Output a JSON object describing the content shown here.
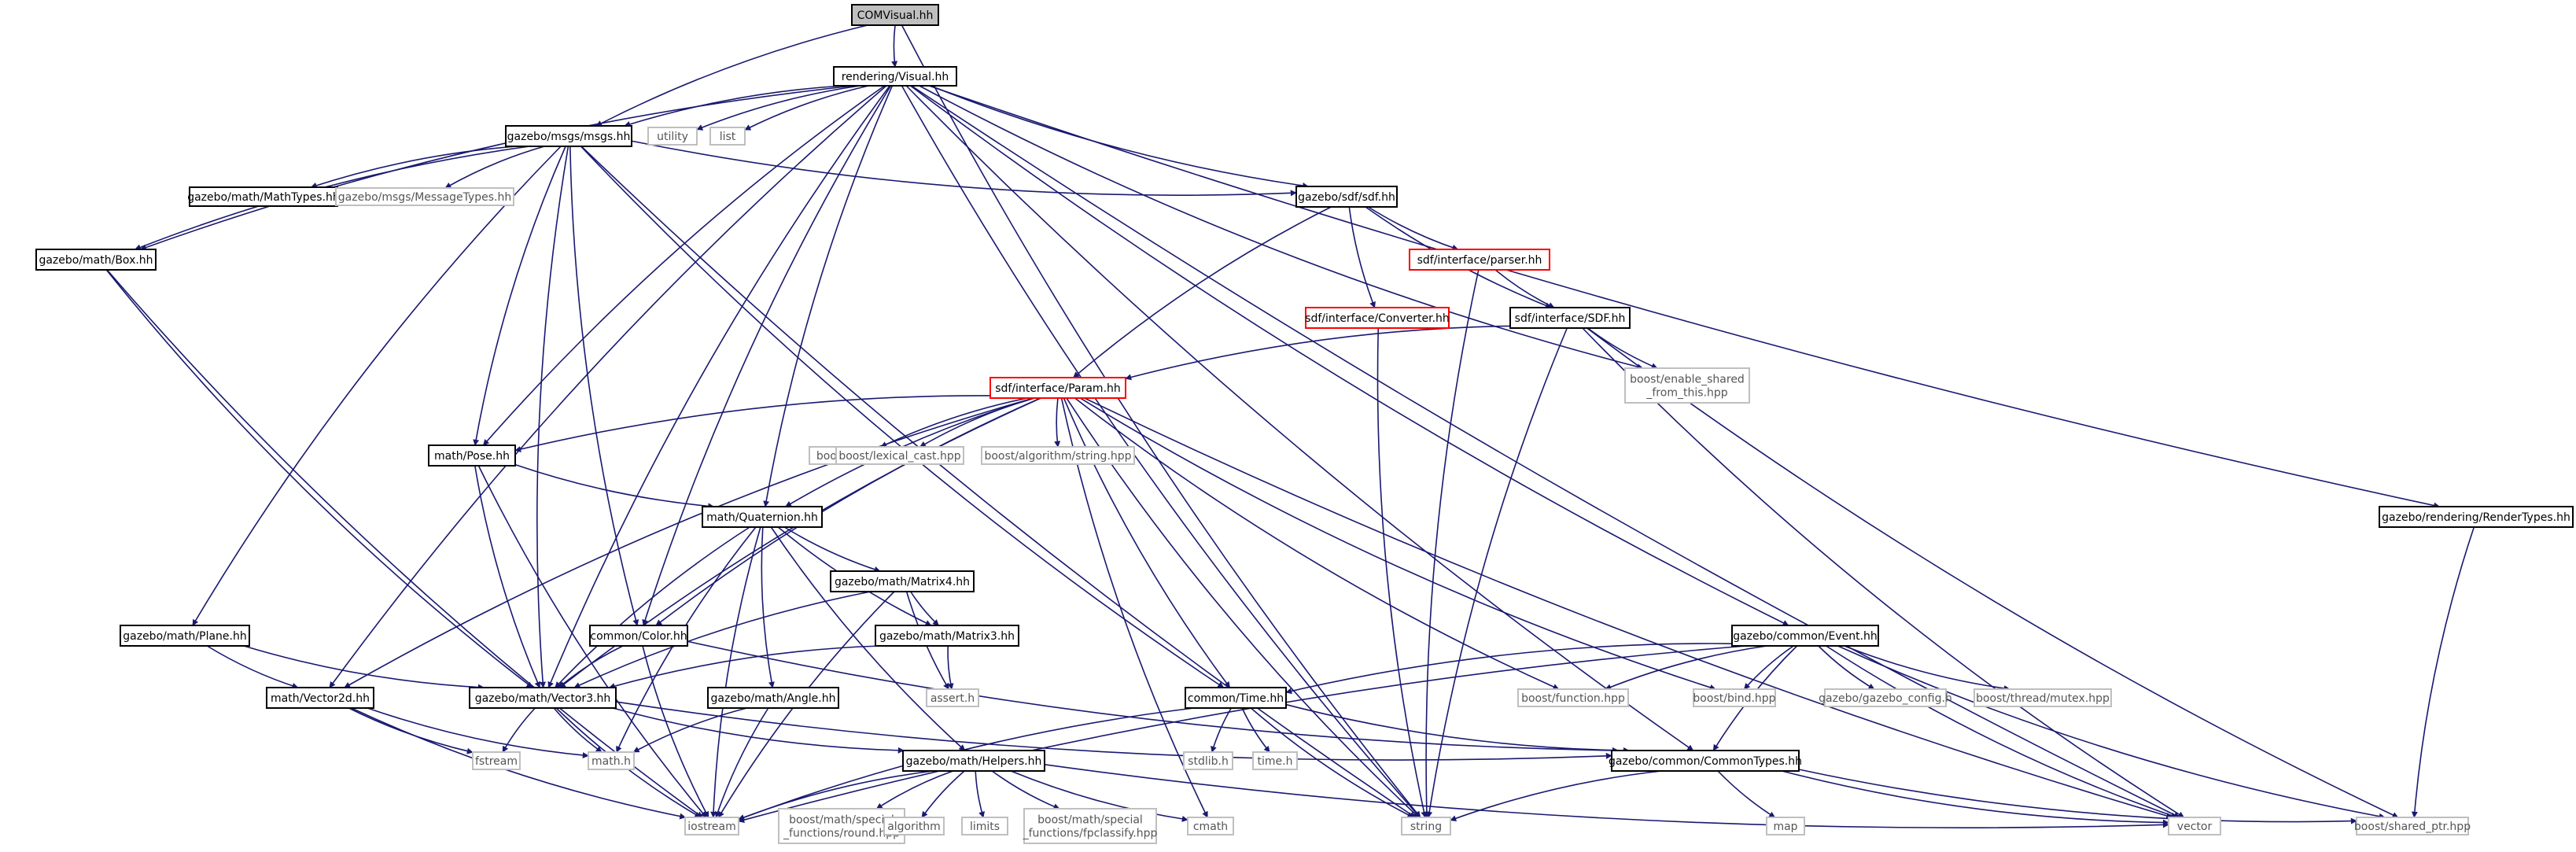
{
  "nodes": {
    "COMVisual": {
      "label": [
        "COMVisual.hh"
      ],
      "kind": "root"
    },
    "Visual": {
      "label": [
        "rendering/Visual.hh"
      ],
      "kind": "normal"
    },
    "msgs": {
      "label": [
        "gazebo/msgs/msgs.hh"
      ],
      "kind": "normal"
    },
    "utility": {
      "label": [
        "utility"
      ],
      "kind": "system"
    },
    "list": {
      "label": [
        "list"
      ],
      "kind": "system"
    },
    "sdfhh": {
      "label": [
        "gazebo/sdf/sdf.hh"
      ],
      "kind": "normal"
    },
    "MathTypes": {
      "label": [
        "gazebo/math/MathTypes.hh"
      ],
      "kind": "normal"
    },
    "MessageTypes": {
      "label": [
        "gazebo/msgs/MessageTypes.hh"
      ],
      "kind": "system"
    },
    "Box": {
      "label": [
        "gazebo/math/Box.hh"
      ],
      "kind": "normal"
    },
    "parser": {
      "label": [
        "sdf/interface/parser.hh"
      ],
      "kind": "incomplete"
    },
    "SDF": {
      "label": [
        "sdf/interface/SDF.hh"
      ],
      "kind": "normal"
    },
    "Converter": {
      "label": [
        "sdf/interface/Converter.hh"
      ],
      "kind": "incomplete"
    },
    "enable_shared": {
      "label": [
        "boost/enable_shared",
        "_from_this.hpp"
      ],
      "kind": "system"
    },
    "Param": {
      "label": [
        "sdf/interface/Param.hh"
      ],
      "kind": "incomplete"
    },
    "Pose": {
      "label": [
        "math/Pose.hh"
      ],
      "kind": "normal"
    },
    "any": {
      "label": [
        "boost/any.hpp"
      ],
      "kind": "system"
    },
    "lexical": {
      "label": [
        "boost/lexical_cast.hpp"
      ],
      "kind": "system"
    },
    "algostring": {
      "label": [
        "boost/algorithm/string.hpp"
      ],
      "kind": "system"
    },
    "RenderTypes": {
      "label": [
        "gazebo/rendering/RenderTypes.hh"
      ],
      "kind": "normal"
    },
    "Quaternion": {
      "label": [
        "math/Quaternion.hh"
      ],
      "kind": "normal"
    },
    "Matrix4": {
      "label": [
        "gazebo/math/Matrix4.hh"
      ],
      "kind": "normal"
    },
    "Plane": {
      "label": [
        "gazebo/math/Plane.hh"
      ],
      "kind": "normal"
    },
    "Color": {
      "label": [
        "common/Color.hh"
      ],
      "kind": "normal"
    },
    "Matrix3": {
      "label": [
        "gazebo/math/Matrix3.hh"
      ],
      "kind": "normal"
    },
    "Event": {
      "label": [
        "gazebo/common/Event.hh"
      ],
      "kind": "normal"
    },
    "Vector2d": {
      "label": [
        "math/Vector2d.hh"
      ],
      "kind": "normal"
    },
    "Vector3": {
      "label": [
        "gazebo/math/Vector3.hh"
      ],
      "kind": "normal"
    },
    "Angle": {
      "label": [
        "gazebo/math/Angle.hh"
      ],
      "kind": "normal"
    },
    "assert": {
      "label": [
        "assert.h"
      ],
      "kind": "system"
    },
    "Time": {
      "label": [
        "common/Time.hh"
      ],
      "kind": "normal"
    },
    "function": {
      "label": [
        "boost/function.hpp"
      ],
      "kind": "system"
    },
    "bind": {
      "label": [
        "boost/bind.hpp"
      ],
      "kind": "system"
    },
    "gazebo_config": {
      "label": [
        "gazebo/gazebo_config.h"
      ],
      "kind": "system"
    },
    "mutex": {
      "label": [
        "boost/thread/mutex.hpp"
      ],
      "kind": "system"
    },
    "Helpers": {
      "label": [
        "gazebo/math/Helpers.hh"
      ],
      "kind": "normal"
    },
    "fstream": {
      "label": [
        "fstream"
      ],
      "kind": "system"
    },
    "mathh": {
      "label": [
        "math.h"
      ],
      "kind": "system"
    },
    "stdlib": {
      "label": [
        "stdlib.h"
      ],
      "kind": "system"
    },
    "timeh": {
      "label": [
        "time.h"
      ],
      "kind": "system"
    },
    "CommonTypes": {
      "label": [
        "gazebo/common/CommonTypes.hh"
      ],
      "kind": "normal"
    },
    "iostream": {
      "label": [
        "iostream"
      ],
      "kind": "system"
    },
    "round": {
      "label": [
        "boost/math/special",
        "_functions/round.hpp"
      ],
      "kind": "system"
    },
    "algorithm": {
      "label": [
        "algorithm"
      ],
      "kind": "system"
    },
    "limits": {
      "label": [
        "limits"
      ],
      "kind": "system"
    },
    "fpclassify": {
      "label": [
        "boost/math/special",
        "_functions/fpclassify.hpp"
      ],
      "kind": "system"
    },
    "cmath": {
      "label": [
        "cmath"
      ],
      "kind": "system"
    },
    "string": {
      "label": [
        "string"
      ],
      "kind": "system"
    },
    "map": {
      "label": [
        "map"
      ],
      "kind": "system"
    },
    "vector": {
      "label": [
        "vector"
      ],
      "kind": "system"
    },
    "shared_ptr": {
      "label": [
        "boost/shared_ptr.hpp"
      ],
      "kind": "system"
    }
  },
  "edges": [
    [
      "COMVisual",
      "Visual"
    ],
    [
      "COMVisual",
      "msgs"
    ],
    [
      "COMVisual",
      "string"
    ],
    [
      "Visual",
      "msgs"
    ],
    [
      "Visual",
      "utility"
    ],
    [
      "Visual",
      "list"
    ],
    [
      "Visual",
      "sdfhh"
    ],
    [
      "Visual",
      "Box"
    ],
    [
      "Visual",
      "Pose"
    ],
    [
      "Visual",
      "Quaternion"
    ],
    [
      "Visual",
      "Vector3"
    ],
    [
      "Visual",
      "Vector2d"
    ],
    [
      "Visual",
      "Color"
    ],
    [
      "Visual",
      "Event"
    ],
    [
      "Visual",
      "enable_shared"
    ],
    [
      "Visual",
      "RenderTypes"
    ],
    [
      "Visual",
      "CommonTypes"
    ],
    [
      "Visual",
      "vector"
    ],
    [
      "Visual",
      "string"
    ],
    [
      "msgs",
      "MathTypes"
    ],
    [
      "msgs",
      "MessageTypes"
    ],
    [
      "msgs",
      "sdfhh"
    ],
    [
      "msgs",
      "Box"
    ],
    [
      "msgs",
      "Plane"
    ],
    [
      "msgs",
      "Pose"
    ],
    [
      "msgs",
      "Vector3"
    ],
    [
      "msgs",
      "Color"
    ],
    [
      "msgs",
      "Time"
    ],
    [
      "msgs",
      "string"
    ],
    [
      "sdfhh",
      "parser"
    ],
    [
      "sdfhh",
      "SDF"
    ],
    [
      "sdfhh",
      "Converter"
    ],
    [
      "sdfhh",
      "Param"
    ],
    [
      "parser",
      "SDF"
    ],
    [
      "parser",
      "string"
    ],
    [
      "Converter",
      "string"
    ],
    [
      "SDF",
      "Param"
    ],
    [
      "SDF",
      "enable_shared"
    ],
    [
      "SDF",
      "string"
    ],
    [
      "SDF",
      "vector"
    ],
    [
      "SDF",
      "shared_ptr"
    ],
    [
      "Box",
      "Vector3"
    ],
    [
      "Box",
      "iostream"
    ],
    [
      "Param",
      "Pose"
    ],
    [
      "Param",
      "any"
    ],
    [
      "Param",
      "lexical"
    ],
    [
      "Param",
      "algostring"
    ],
    [
      "Param",
      "Quaternion"
    ],
    [
      "Param",
      "Vector3"
    ],
    [
      "Param",
      "Vector2d"
    ],
    [
      "Param",
      "Color"
    ],
    [
      "Param",
      "Time"
    ],
    [
      "Param",
      "function"
    ],
    [
      "Param",
      "bind"
    ],
    [
      "Param",
      "vector"
    ],
    [
      "Param",
      "string"
    ],
    [
      "Param",
      "cmath"
    ],
    [
      "Pose",
      "Quaternion"
    ],
    [
      "Pose",
      "Vector3"
    ],
    [
      "Pose",
      "iostream"
    ],
    [
      "Quaternion",
      "Matrix4"
    ],
    [
      "Quaternion",
      "Matrix3"
    ],
    [
      "Quaternion",
      "Vector3"
    ],
    [
      "Quaternion",
      "Angle"
    ],
    [
      "Quaternion",
      "Helpers"
    ],
    [
      "Quaternion",
      "mathh"
    ],
    [
      "Quaternion",
      "iostream"
    ],
    [
      "Matrix4",
      "Matrix3"
    ],
    [
      "Matrix4",
      "Vector3"
    ],
    [
      "Matrix4",
      "assert"
    ],
    [
      "Matrix4",
      "iostream"
    ],
    [
      "Matrix3",
      "Vector3"
    ],
    [
      "Matrix3",
      "assert"
    ],
    [
      "Plane",
      "Vector3"
    ],
    [
      "Plane",
      "Vector2d"
    ],
    [
      "Color",
      "Vector3"
    ],
    [
      "Color",
      "iostream"
    ],
    [
      "Color",
      "CommonTypes"
    ],
    [
      "Vector2d",
      "mathh"
    ],
    [
      "Vector2d",
      "fstream"
    ],
    [
      "Vector2d",
      "iostream"
    ],
    [
      "Vector3",
      "mathh"
    ],
    [
      "Vector3",
      "iostream"
    ],
    [
      "Vector3",
      "fstream"
    ],
    [
      "Vector3",
      "Helpers"
    ],
    [
      "Vector3",
      "CommonTypes"
    ],
    [
      "Angle",
      "mathh"
    ],
    [
      "Angle",
      "iostream"
    ],
    [
      "Event",
      "Time"
    ],
    [
      "Event",
      "function"
    ],
    [
      "Event",
      "bind"
    ],
    [
      "Event",
      "gazebo_config"
    ],
    [
      "Event",
      "mutex"
    ],
    [
      "Event",
      "CommonTypes"
    ],
    [
      "Event",
      "vector"
    ],
    [
      "Event",
      "shared_ptr"
    ],
    [
      "Event",
      "iostream"
    ],
    [
      "Time",
      "stdlib"
    ],
    [
      "Time",
      "timeh"
    ],
    [
      "Time",
      "string"
    ],
    [
      "Time",
      "iostream"
    ],
    [
      "Time",
      "CommonTypes"
    ],
    [
      "Helpers",
      "round"
    ],
    [
      "Helpers",
      "algorithm"
    ],
    [
      "Helpers",
      "limits"
    ],
    [
      "Helpers",
      "fpclassify"
    ],
    [
      "Helpers",
      "cmath"
    ],
    [
      "Helpers",
      "iostream"
    ],
    [
      "Helpers",
      "vector"
    ],
    [
      "CommonTypes",
      "map"
    ],
    [
      "CommonTypes",
      "string"
    ],
    [
      "CommonTypes",
      "vector"
    ],
    [
      "CommonTypes",
      "shared_ptr"
    ],
    [
      "RenderTypes",
      "shared_ptr"
    ]
  ]
}
